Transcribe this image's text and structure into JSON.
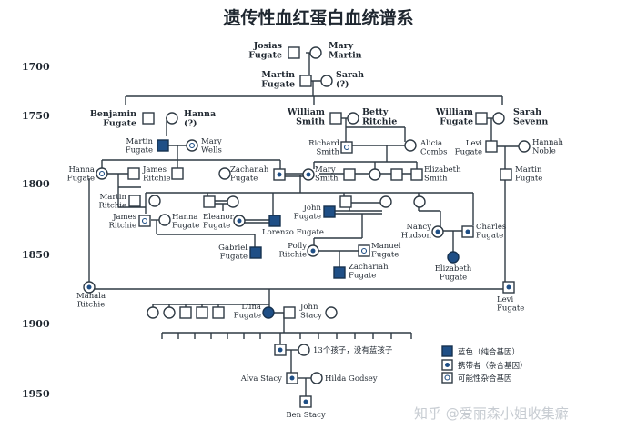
{
  "title": "遗传性血红蛋白血统谱系",
  "years": [
    "1700",
    "1750",
    "1800",
    "1850",
    "1900",
    "1950"
  ],
  "legend": {
    "affected": "蓝色（纯合基因）",
    "carrier": "携带者（杂合基因）",
    "possible": "可能性杂合基因"
  },
  "watermark": "知乎 @爱丽森小姐收集癖",
  "colors": {
    "affected": "#1f4f86",
    "line": "#2f3a44"
  },
  "people": {
    "josias": "Josias\nFugate",
    "mary_martin": "Mary\nMartin",
    "martin1": "Martin\nFugate",
    "sarah1": "Sarah\n(?)",
    "benjamin": "Benjamin\nFugate",
    "hanna1": "Hanna\n(?)",
    "william_smith": "William\nSmith",
    "betty": "Betty\nRitchie",
    "william_fugate": "William\nFugate",
    "sarah_sevenn": "Sarah\nSevenn",
    "martin2": "Martin\nFugate",
    "mary_wells": "Mary\nWells",
    "richard": "Richard\nSmith",
    "alicia": "Alicia\nCombs",
    "levi1": "Levi\nFugate",
    "hannah_noble": "Hannah\nNoble",
    "hanna_fugate": "Hanna\nFugate",
    "james1": "James\nRitchie",
    "zachanah": "Zachanah\nFugate",
    "mary_smith": "Mary\nSmith",
    "elizabeth_smith": "Elizabeth\nSmith",
    "martin3": "Martin\nFugate",
    "martin_ritchie": "Martin\nRitchie",
    "james2": "James\nRitchie",
    "hanna2": "Hanna\nFugate",
    "eleanor": "Eleanor\nFugate",
    "lorenzo": "Lorenzo Fugate",
    "john_fugate": "John\nFugate",
    "nancy": "Nancy\nHudson",
    "charles": "Charles\nFugate",
    "gabriel": "Gabriel\nFugate",
    "polly": "Polly\nRitchie",
    "manuel": "Manuel\nFugate",
    "zachariah": "Zachariah\nFugate",
    "elizabeth2": "Elizabeth\nFugate",
    "mahala": "Mahala\nRitchie",
    "levi2": "Levi\nFugate",
    "luna": "Luna\nFugate",
    "john_stacy": "John\nStacy",
    "thirteen": "13个孩子，没有蓝孩子",
    "alva": "Alva Stacy",
    "hilda": "Hilda Godsey",
    "ben": "Ben Stacy"
  }
}
